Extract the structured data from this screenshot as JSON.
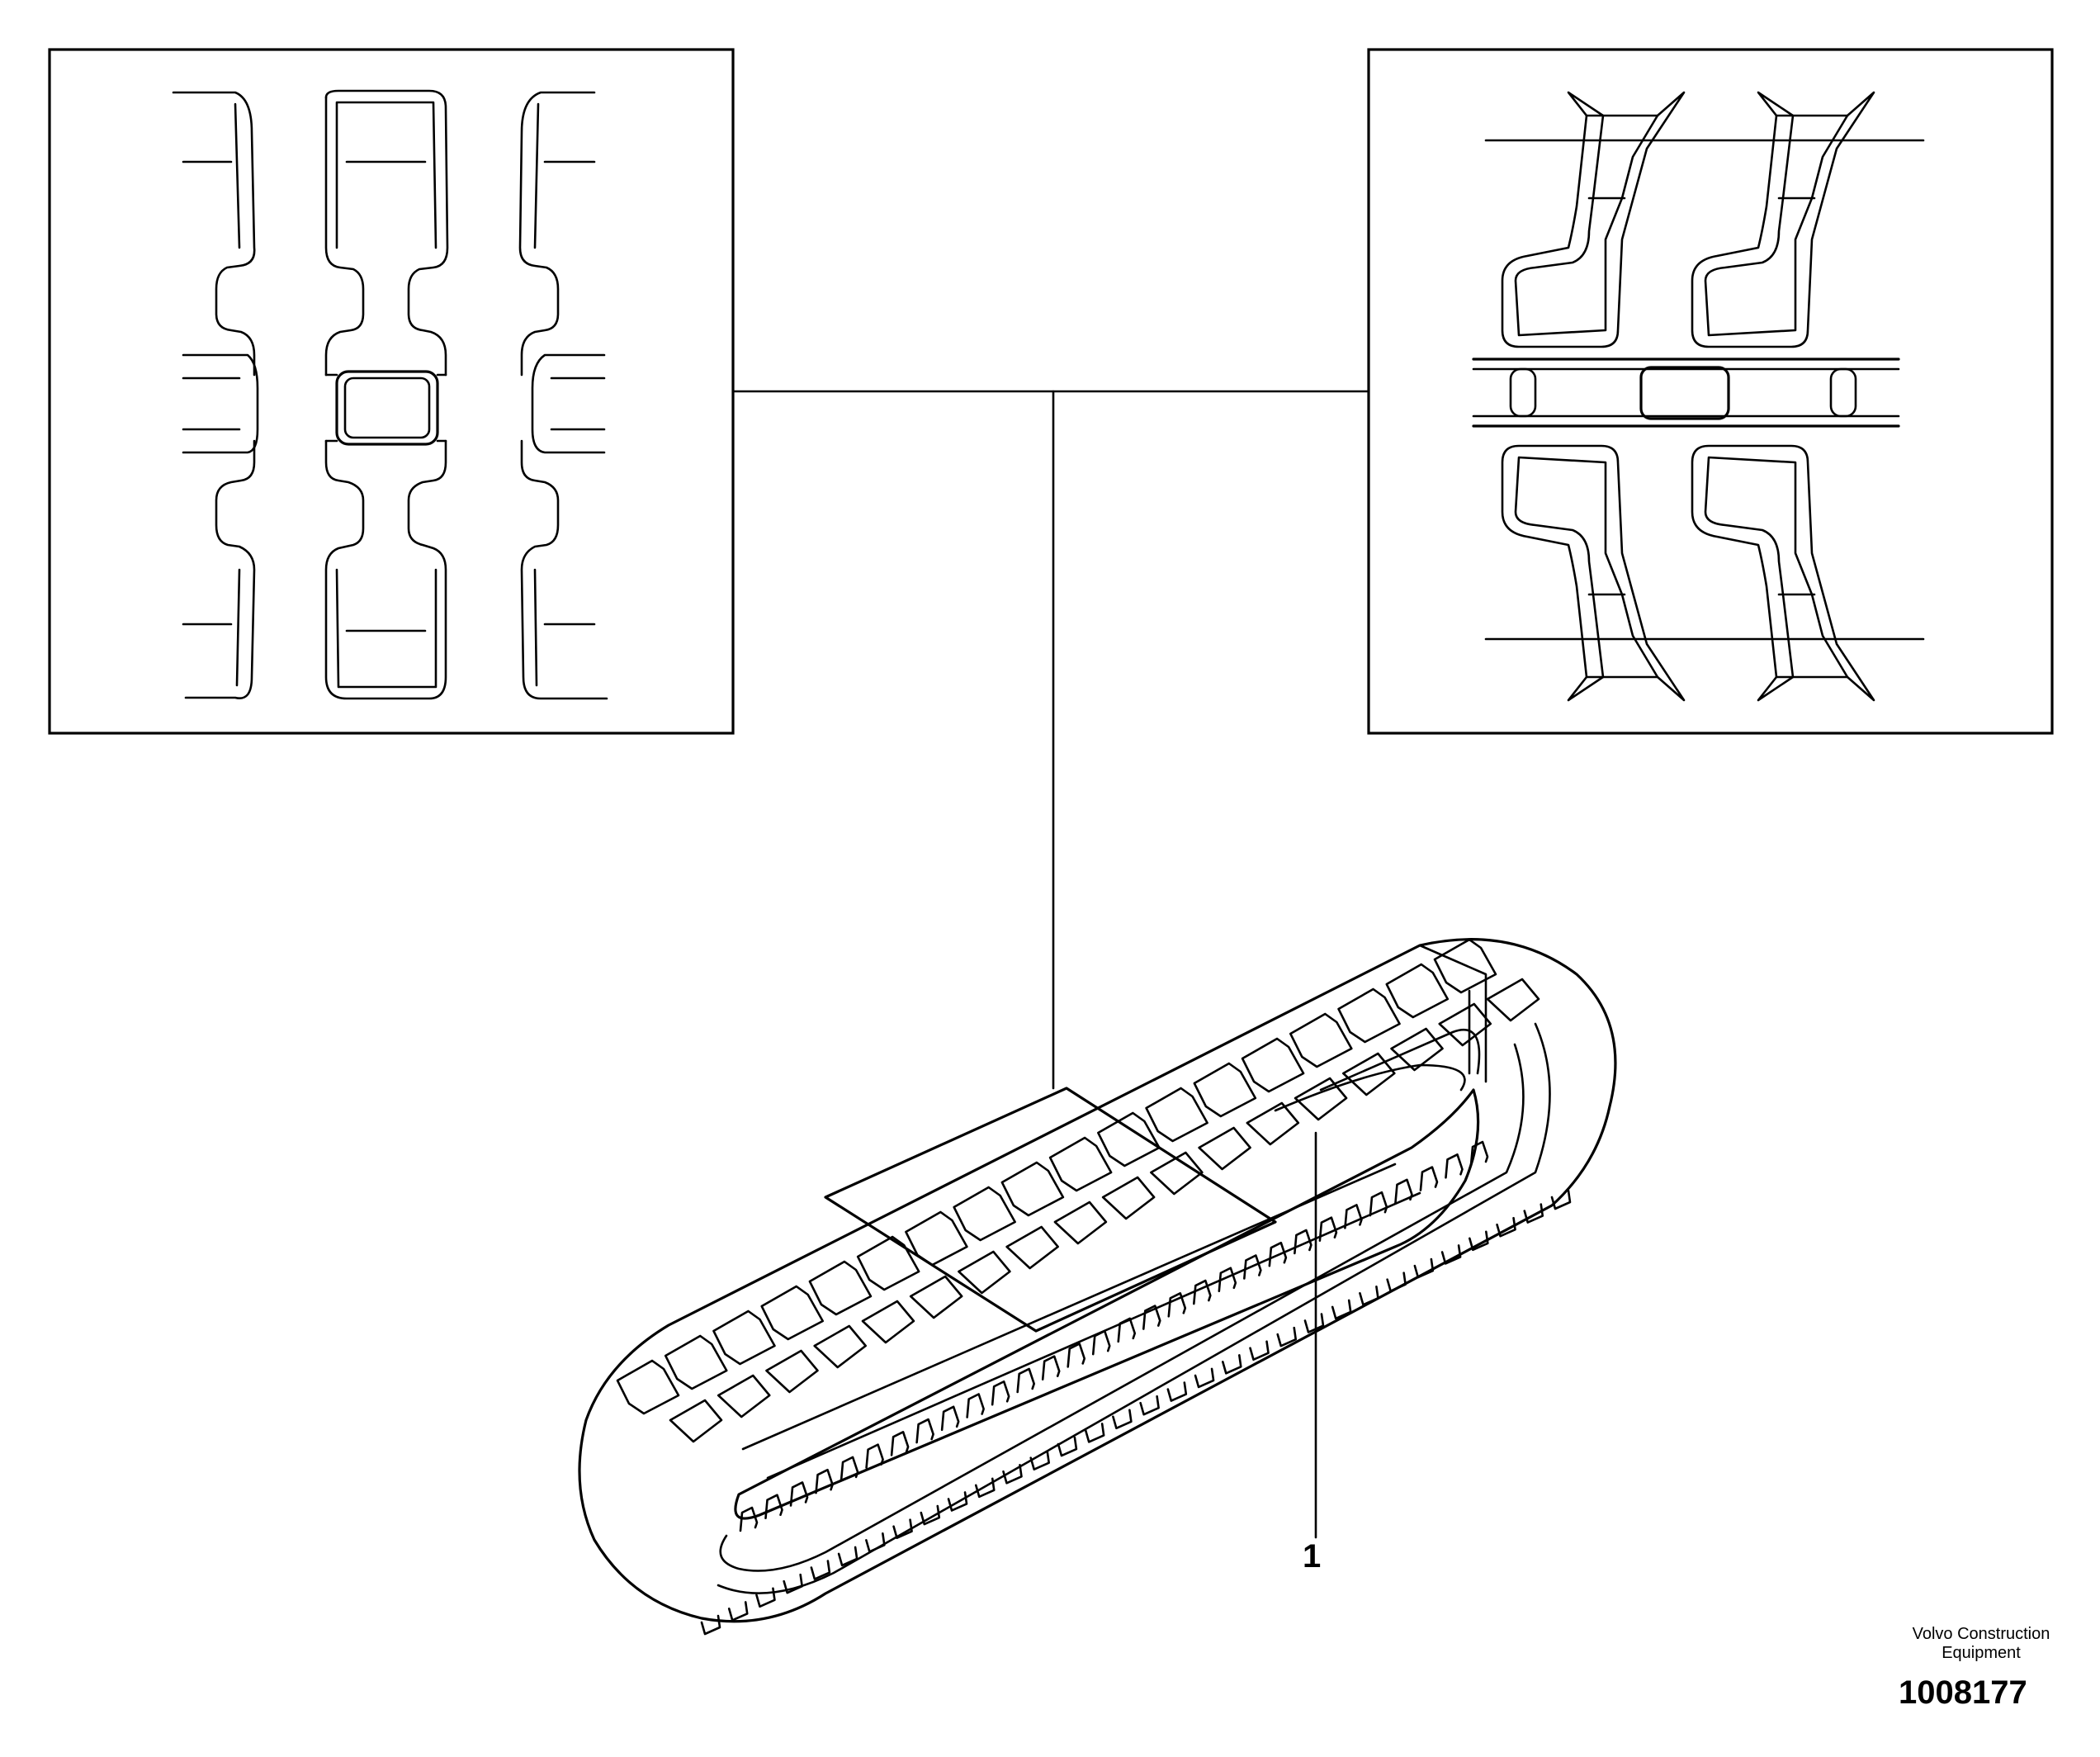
{
  "diagram": {
    "callout_1": "1",
    "brand_line1": "Volvo Construction",
    "brand_line2": "Equipment",
    "drawing_number": "1008177"
  },
  "icons": [
    "rubber-track-icon",
    "tread-pattern-a-icon",
    "tread-pattern-b-icon"
  ]
}
